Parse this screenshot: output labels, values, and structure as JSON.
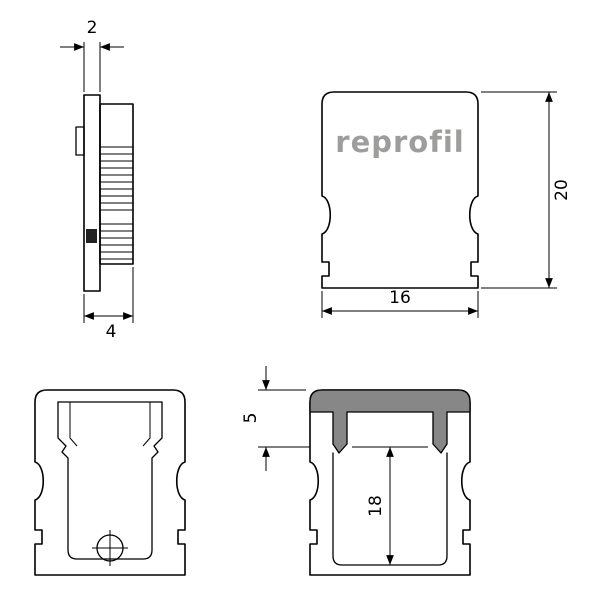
{
  "logo_text": "reprofil",
  "dimensions": {
    "cap_thickness": "2",
    "cap_depth": "4",
    "profile_width": "16",
    "profile_height": "20",
    "cover_depth": "5",
    "inner_height": "18"
  },
  "colors": {
    "line": "#000000",
    "logo_gray": "#9d9d9c",
    "section_gray": "#878787",
    "background": "#ffffff"
  }
}
